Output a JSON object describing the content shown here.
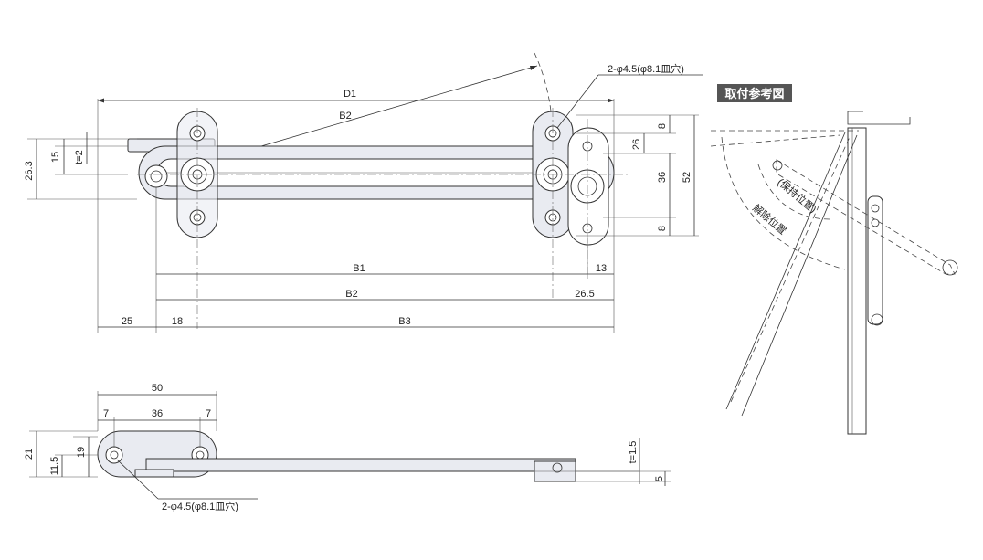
{
  "front_view": {
    "dims": {
      "d1": "D1",
      "b2_diag": "B2",
      "b1": "B1",
      "b2": "B2",
      "b3": "B3",
      "d13": "13",
      "d26_5": "26.5",
      "d25": "25",
      "d18": "18",
      "d26_3": "26.3",
      "d15": "15",
      "t2": "t=2",
      "d8a": "8",
      "d26": "26",
      "d36": "36",
      "d8b": "8",
      "d52": "52"
    },
    "hole_callout": "2-φ4.5(φ8.1皿穴)"
  },
  "side_view": {
    "dims": {
      "d50": "50",
      "d7a": "7",
      "d36": "36",
      "d7b": "7",
      "d21": "21",
      "d19": "19",
      "d11_5": "11.5",
      "t1_5": "t=1.5",
      "d5": "5"
    },
    "hole_callout": "2-φ4.5(φ8.1皿穴)"
  },
  "reference": {
    "title": "取付参考図",
    "hold_label": "(保持位置)",
    "release_label": "解除位置"
  }
}
